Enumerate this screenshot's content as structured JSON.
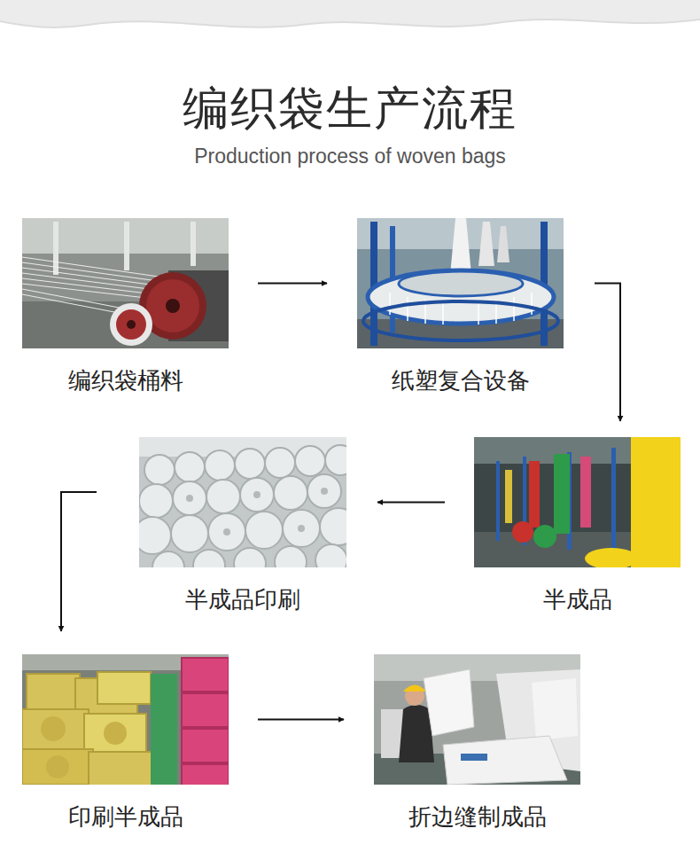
{
  "diagram": {
    "title": "编织袋生产流程",
    "nodes": [
      {
        "text": [
          "编织袋桶料"
        ]
      },
      {
        "text": [
          "纸塑复合设备"
        ]
      },
      {
        "text": [
          "半成品印刷"
        ]
      },
      {
        "text": [
          "半成品"
        ]
      },
      {
        "text": [
          "印刷半成品"
        ]
      },
      {
        "text": [
          "折边缝制成品"
        ]
      }
    ],
    "edges": [
      {
        "from": 0,
        "to": 1,
        "arrow": "to"
      },
      {
        "from": 1,
        "to": 3,
        "arrow": "to"
      },
      {
        "from": 3,
        "to": 2,
        "arrow": "to"
      },
      {
        "from": 2,
        "to": 4,
        "arrow": "to"
      },
      {
        "from": 4,
        "to": 5,
        "arrow": "to"
      }
    ],
    "labels": [
      "Production process of woven bags"
    ]
  }
}
